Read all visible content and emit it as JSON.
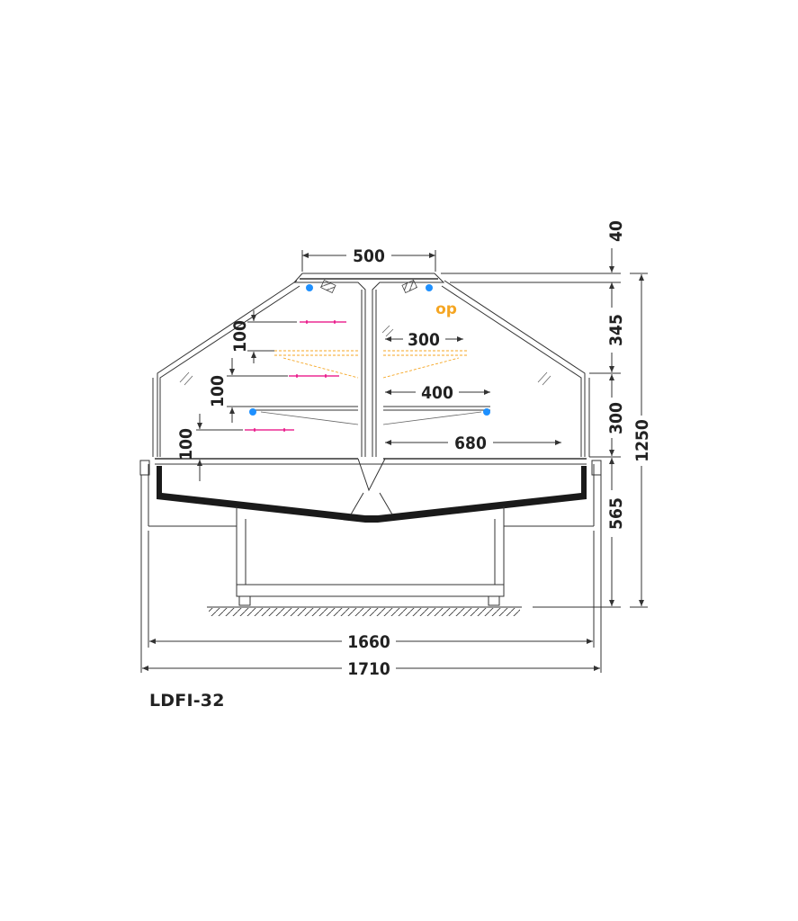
{
  "model_name": "LDFI-32",
  "dimensions": {
    "top_width": "500",
    "offset_top": "40",
    "upper_height": "345",
    "middle_height": "300",
    "lower_height": "565",
    "total_height": "1250",
    "shelf_top_depth": "300",
    "shelf_mid_depth": "400",
    "shelf_bottom_depth": "680",
    "spacing_upper": "100",
    "spacing_middle": "100",
    "spacing_lower": "100",
    "inner_width": "1660",
    "outer_width": "1710"
  },
  "labels": {
    "option_marker": "op"
  },
  "colors": {
    "line": "#333333",
    "basin": "#1a1a1a",
    "cooling": "#1e90ff",
    "lighting": "#e6007e",
    "optional": "#f5a623"
  }
}
